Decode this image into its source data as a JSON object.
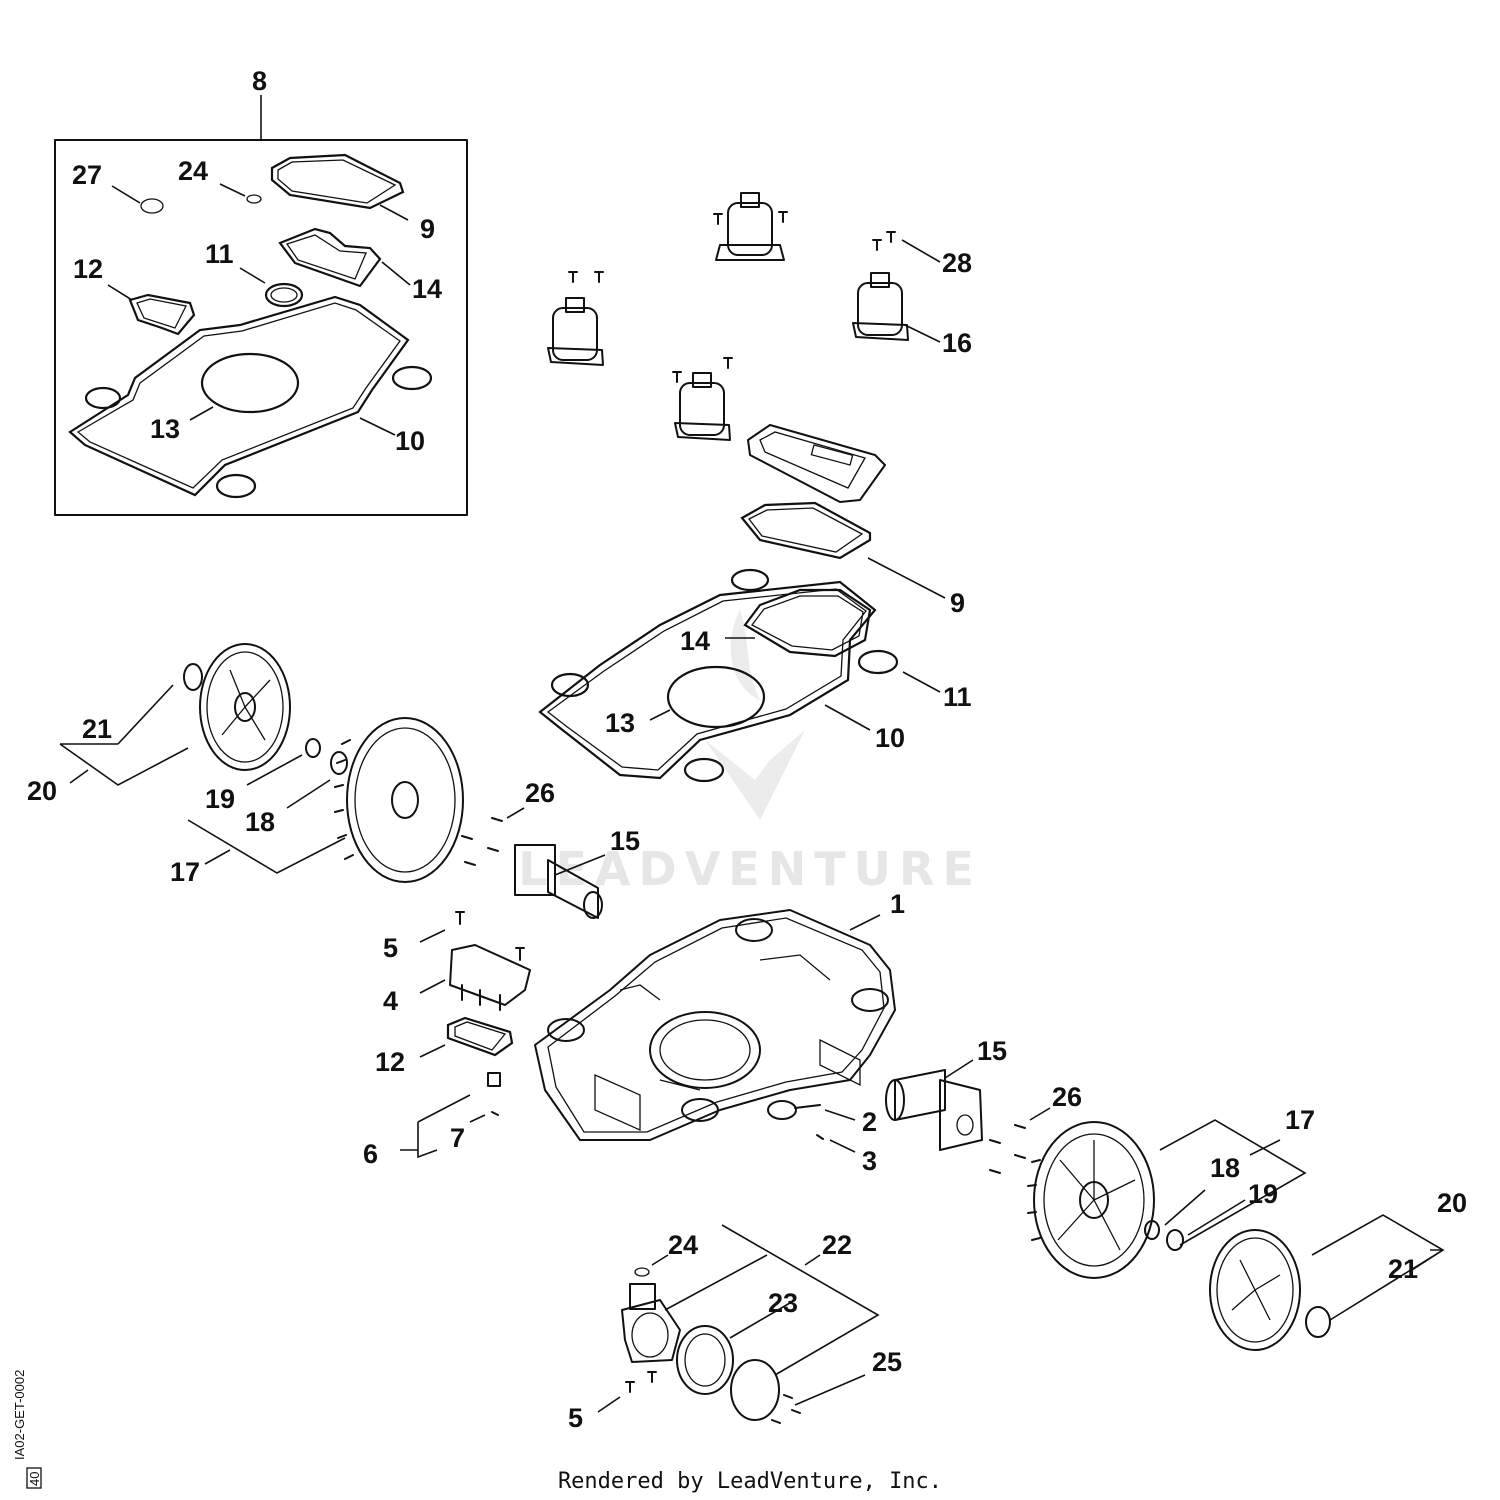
{
  "labels": {
    "kit": "8",
    "o_ring_small_kit": "27",
    "o_ring_tiny_kit": "24",
    "gasket_top_kit": "9",
    "o_ring_kit": "11",
    "gasket_cover_kit": "14",
    "gasket_small_kit": "12",
    "ring_kit": "13",
    "gasket_main_kit": "10",
    "screws_top": "28",
    "cut_motor": "16",
    "gasket_top": "9",
    "gasket_cover": "14",
    "o_ring": "11",
    "ring": "13",
    "gasket_main": "10",
    "wheel_cover_left": "21",
    "wheel_set_left": "20",
    "washer_left": "19",
    "nut_left": "18",
    "wheel_left": "17",
    "screws_motor_left": "26",
    "drive_motor_left": "15",
    "housing": "1",
    "screw_bracket": "5",
    "bracket": "4",
    "gasket_bracket": "12",
    "contact_set": "6",
    "contact_pin": "7",
    "plug": "2",
    "plug_screw": "3",
    "drive_motor_right": "15",
    "screws_motor_right": "26",
    "wheel_right": "17",
    "nut_right": "18",
    "washer_right": "19",
    "wheel_set_right": "20",
    "wheel_cover_right": "21",
    "o_ring_hub": "24",
    "hub_set": "22",
    "roller": "23",
    "cap_screws": "25",
    "screw_hub": "5"
  },
  "watermark": "LEADVENTURE",
  "footer": "Rendered by LeadVenture, Inc.",
  "doc_id": "IA02-GET-0002",
  "doc_page": "40"
}
